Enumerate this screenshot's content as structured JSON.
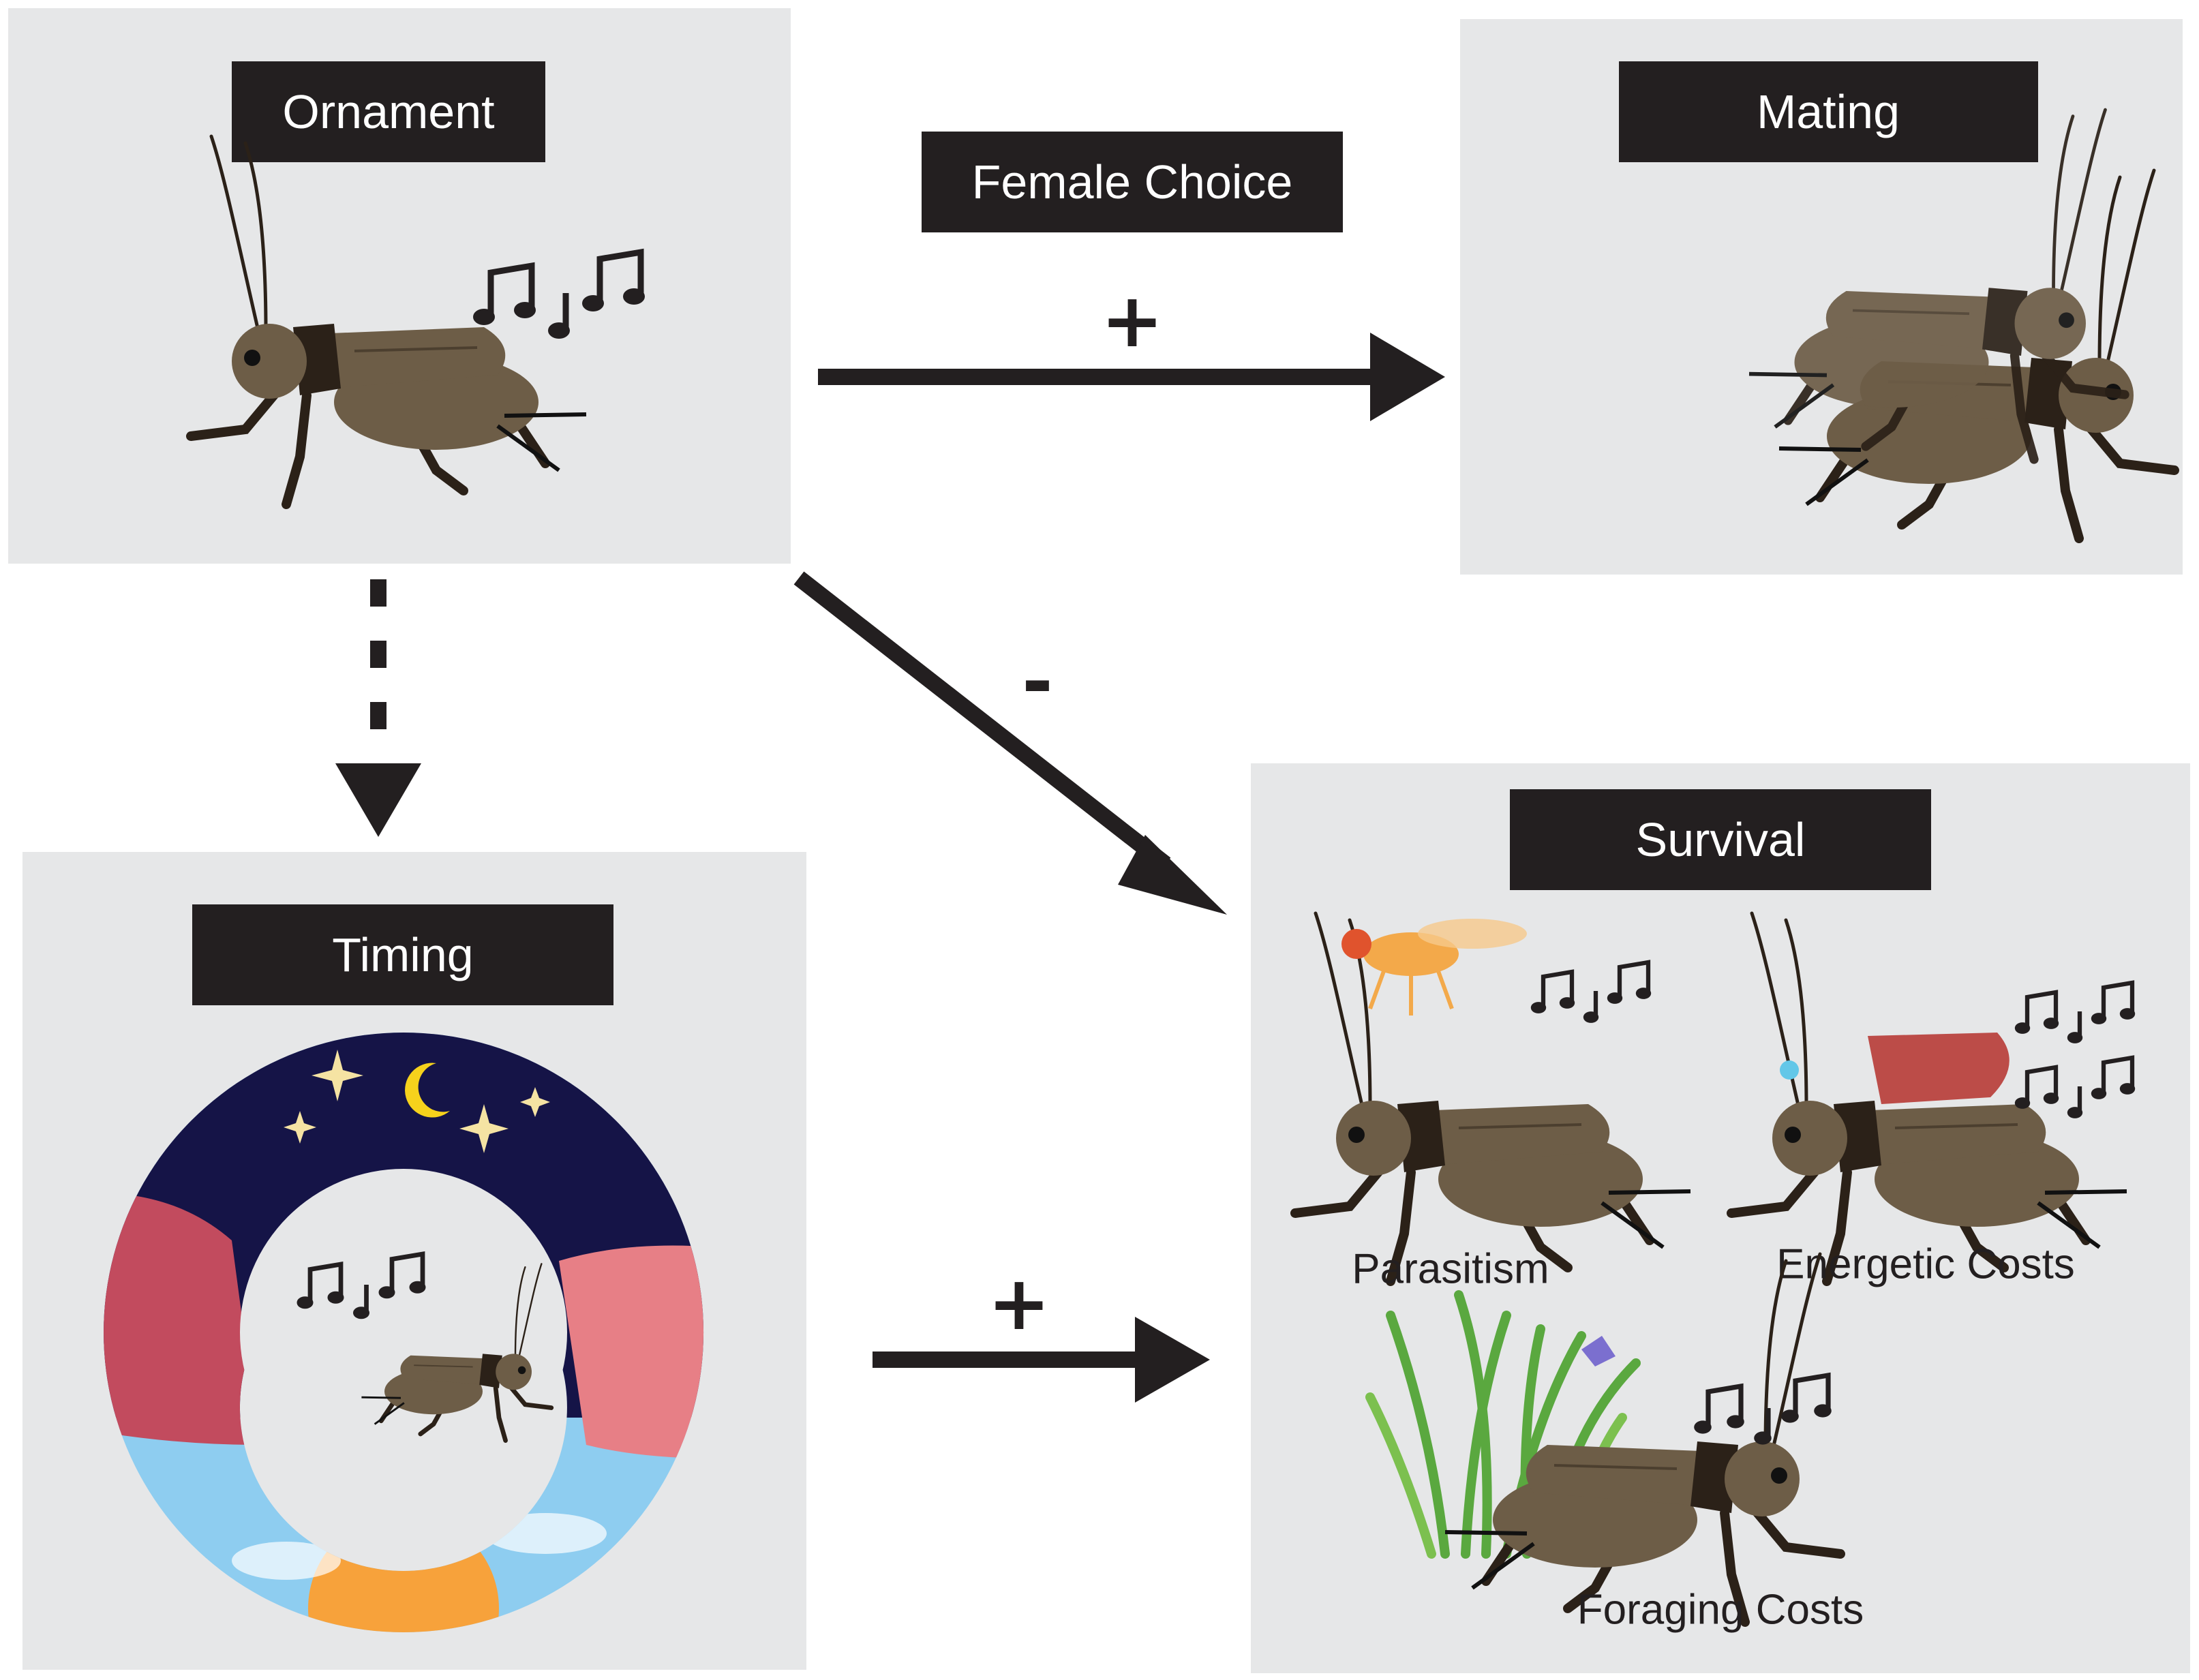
{
  "nodes": {
    "ornament": {
      "label": "Ornament"
    },
    "mating": {
      "label": "Mating"
    },
    "female_choice": {
      "label": "Female Choice"
    },
    "timing": {
      "label": "Timing"
    },
    "survival": {
      "label": "Survival"
    }
  },
  "edges": {
    "ornament_to_mating": {
      "sign": "+"
    },
    "ornament_to_survival": {
      "sign": "-"
    },
    "timing_to_survival": {
      "sign": "+"
    }
  },
  "survival_costs": {
    "parasitism": "Parasitism",
    "energetic": "Energetic Costs",
    "foraging": "Foraging Costs"
  },
  "colors": {
    "panel": "#e6e7e8",
    "label_box": "#231f20",
    "night_sky": "#151447",
    "day_sky": "#8ecdf0",
    "sun": "#f7a23b",
    "moon": "#f6d21c",
    "cricket": "#6d5d47",
    "fly": "#f3a94a",
    "grass": "#5aa83f"
  }
}
